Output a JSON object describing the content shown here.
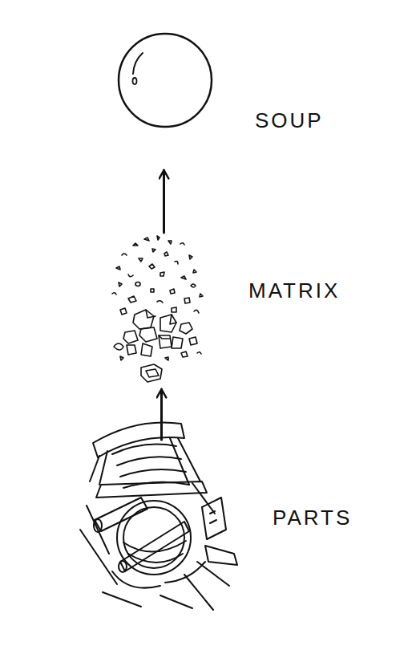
{
  "diagram": {
    "nodes": [
      {
        "text": [
          "SOUP"
        ]
      },
      {
        "text": [
          "MATRIX"
        ]
      },
      {
        "text": [
          "PARTS"
        ]
      }
    ],
    "edges": [
      {
        "from": 2,
        "to": 1,
        "arrow": "to"
      },
      {
        "from": 1,
        "to": 0,
        "arrow": "to"
      }
    ]
  }
}
